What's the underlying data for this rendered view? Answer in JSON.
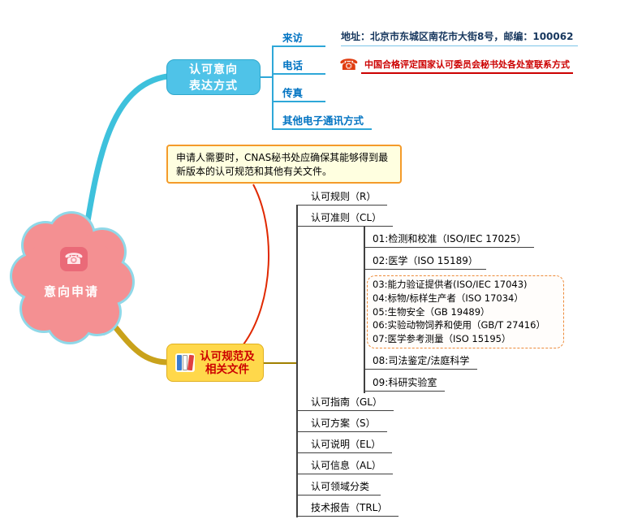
{
  "root": {
    "label": "意向申请"
  },
  "icons": {
    "phone_badge": "☎",
    "phone_red": "☎"
  },
  "expression": {
    "line1": "认可意向",
    "line2": "表达方式",
    "visit_label": "来访",
    "visit_detail": "地址：北京市东城区南花市大街8号，邮编：100062",
    "phone_label": "电话",
    "phone_link": "中国合格评定国家认可委员会秘书处各处室联系方式",
    "fax_label": "传真",
    "other_label": "其他电子通讯方式"
  },
  "note": {
    "text": "申请人需要时，CNAS秘书处应确保其能够得到最新版本的认可规范和其他有关文件。"
  },
  "documents": {
    "line1": "认可规范及",
    "line2": "相关文件",
    "items": [
      "认可规则（R）",
      "认可准则（CL）",
      "认可指南（GL）",
      "认可方案（S）",
      "认可说明（EL）",
      "认可信息（AL）",
      "认可领域分类",
      "技术报告（TRL）"
    ],
    "criteria_children": [
      "01:检测和校准（ISO/IEC 17025）",
      "02:医学（ISO 15189）",
      "08:司法鉴定/法庭科学",
      "09:科研实验室"
    ],
    "boundary_items": [
      "03:能力验证提供者(ISO/IEC 17043)",
      "04:标物/标样生产者（ISO 17034）",
      "05:生物安全（GB 19489）",
      "06:实验动物饲养和使用（GB/T 27416）",
      "07:医学参考测量（ISO 15195）"
    ]
  },
  "colors": {
    "top_branch": "#3ec1dc",
    "bottom_branch": "#c9a21b",
    "link_red": "#cc0000",
    "node_blue": "#4fc3e8",
    "node_yellow": "#ffd84b",
    "cloud_pink": "#f49092",
    "boundary_orange": "#ed8b3a",
    "note_border": "#f49b2a"
  }
}
